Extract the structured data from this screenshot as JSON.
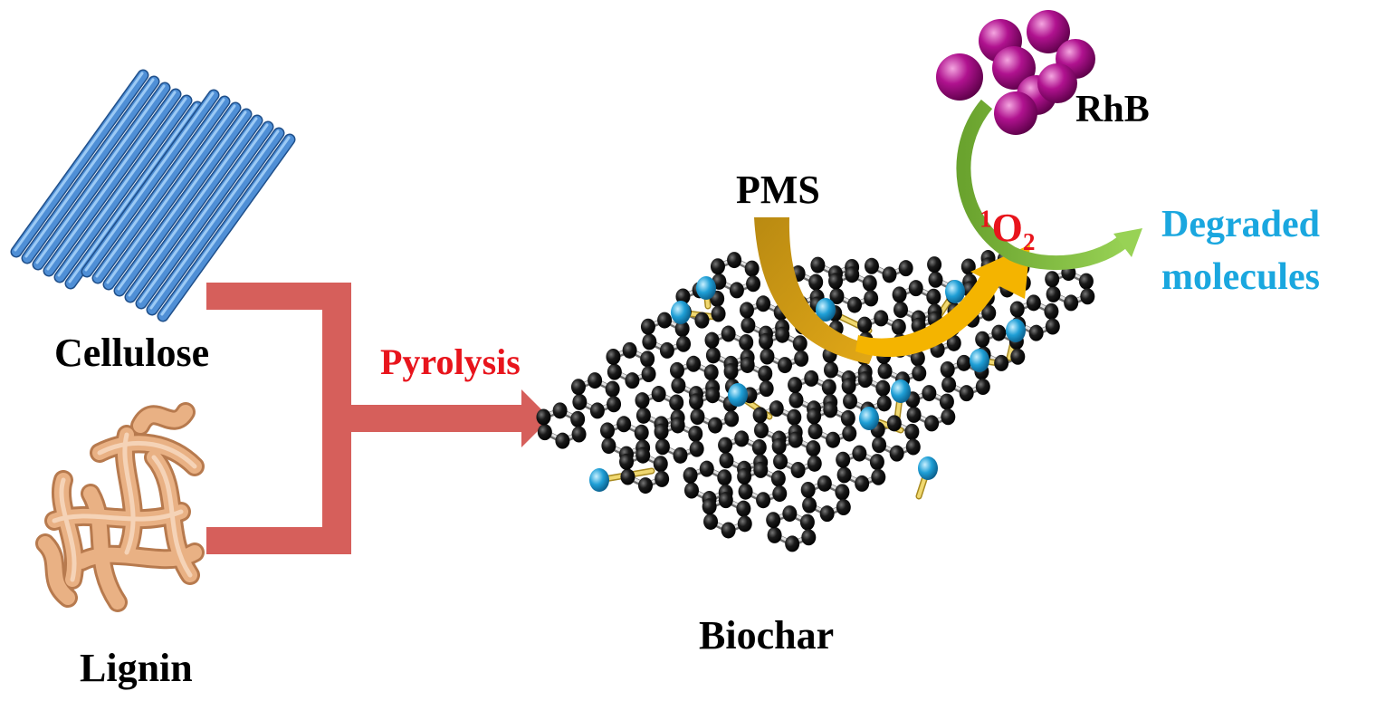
{
  "labels": {
    "cellulose": "Cellulose",
    "lignin": "Lignin",
    "pyrolysis": "Pyrolysis",
    "biochar": "Biochar",
    "pms": "PMS",
    "singlet_oxygen": {
      "sup": "1",
      "base": "O",
      "sub": "2"
    },
    "rhb": "RhB",
    "degraded_line1": "Degraded",
    "degraded_line2": "molecules"
  },
  "colors": {
    "text": "#000000",
    "pyrolysis_text": "#e8141c",
    "singlet_oxygen_text": "#e8141c",
    "degraded_text": "#1aa7df",
    "process_arrow": "#d65f5b",
    "cellulose_rod": "#4f8fd6",
    "lignin_tube": "#e9b184",
    "carbon_atom": "#111111",
    "carbon_bond": "#bdbdbd",
    "heteroatom": "#1f9fd6",
    "heteroatom_bond": "#e6cc54",
    "pms_arrow": "#d49a0a",
    "singlet_arrow": "#f4b400",
    "degradation_arrow": "#7bb83a",
    "rhb_sphere": "#b0128f"
  },
  "icons": [
    "cellulose-fibers-icon",
    "lignin-tangle-icon",
    "biochar-lattice-icon",
    "rhb-molecule-icon"
  ]
}
